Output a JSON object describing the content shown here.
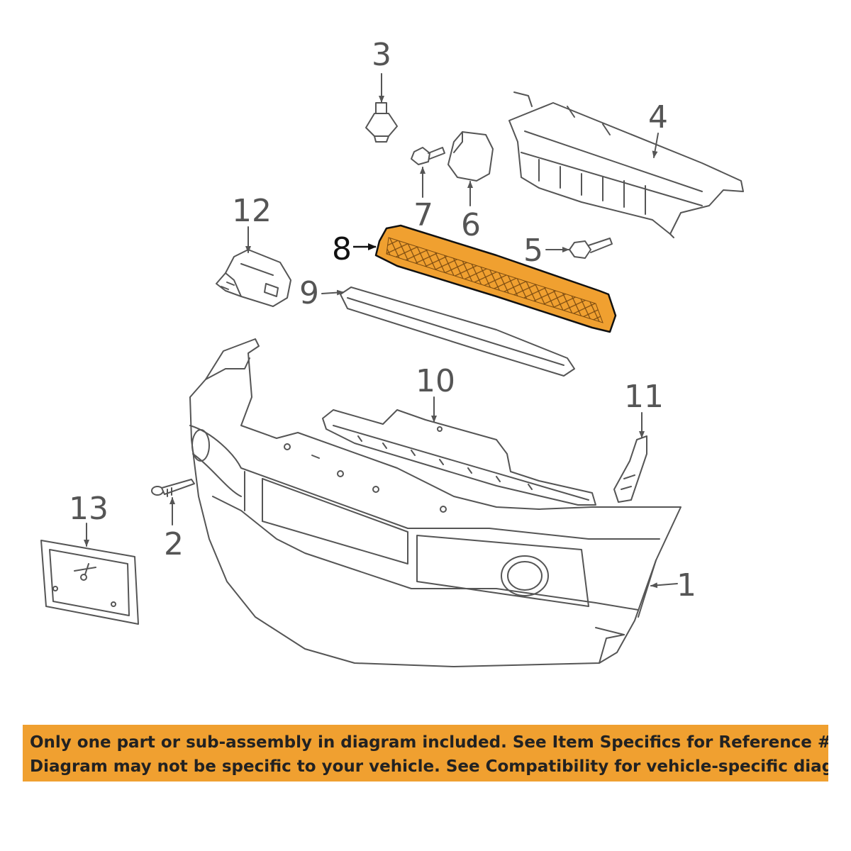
{
  "colors": {
    "highlight": "#f0a030",
    "line": "#555555",
    "notice_background": "#f0a030"
  },
  "callouts": [
    {
      "id": "1",
      "label": "1"
    },
    {
      "id": "2",
      "label": "2"
    },
    {
      "id": "3",
      "label": "3"
    },
    {
      "id": "4",
      "label": "4"
    },
    {
      "id": "5",
      "label": "5"
    },
    {
      "id": "6",
      "label": "6"
    },
    {
      "id": "7",
      "label": "7"
    },
    {
      "id": "8",
      "label": "8",
      "highlighted": true
    },
    {
      "id": "9",
      "label": "9"
    },
    {
      "id": "10",
      "label": "10"
    },
    {
      "id": "11",
      "label": "11"
    },
    {
      "id": "12",
      "label": "12"
    },
    {
      "id": "13",
      "label": "13"
    }
  ],
  "notice": {
    "line1": "Only one part or sub-assembly in diagram included. See Item Specifics for Reference #.",
    "line2": "Diagram may not be specific to your vehicle. See Compatibility for vehicle-specific diagrams."
  }
}
